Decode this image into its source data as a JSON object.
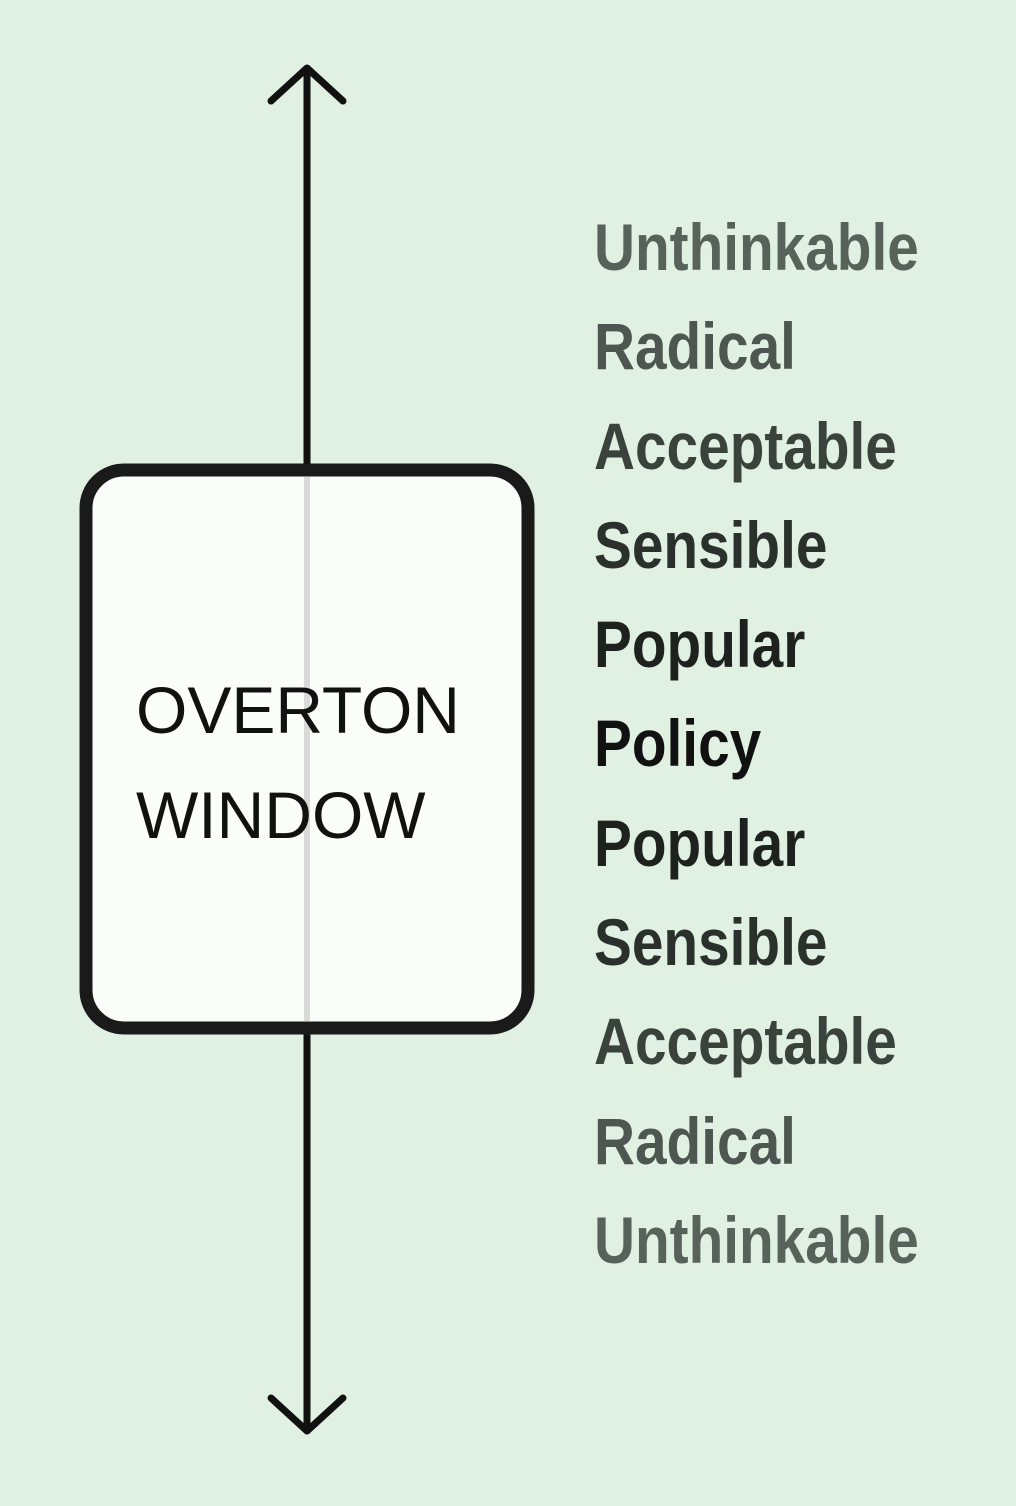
{
  "colors": {
    "background": "#e0f0e3",
    "arrow": "#111111",
    "window_fill": "#fbfdfb",
    "window_border": "#1a1a1a",
    "window_text": "#111111",
    "level_colors": [
      "#57625a",
      "#4d5650",
      "#3a423c",
      "#2a302b",
      "#1e221f",
      "#111111",
      "#1e221f",
      "#2a302b",
      "#3a423c",
      "#4d5650",
      "#57625a"
    ]
  },
  "overton_window": {
    "line1": "OVERTON",
    "line2": "WINDOW"
  },
  "spectrum": {
    "levels": [
      "Unthinkable",
      "Radical",
      "Acceptable",
      "Sensible",
      "Popular",
      "Policy",
      "Popular",
      "Sensible",
      "Acceptable",
      "Radical",
      "Unthinkable"
    ]
  },
  "icons": {
    "arrow_up": "arrow-up-icon",
    "arrow_down": "arrow-down-icon"
  }
}
